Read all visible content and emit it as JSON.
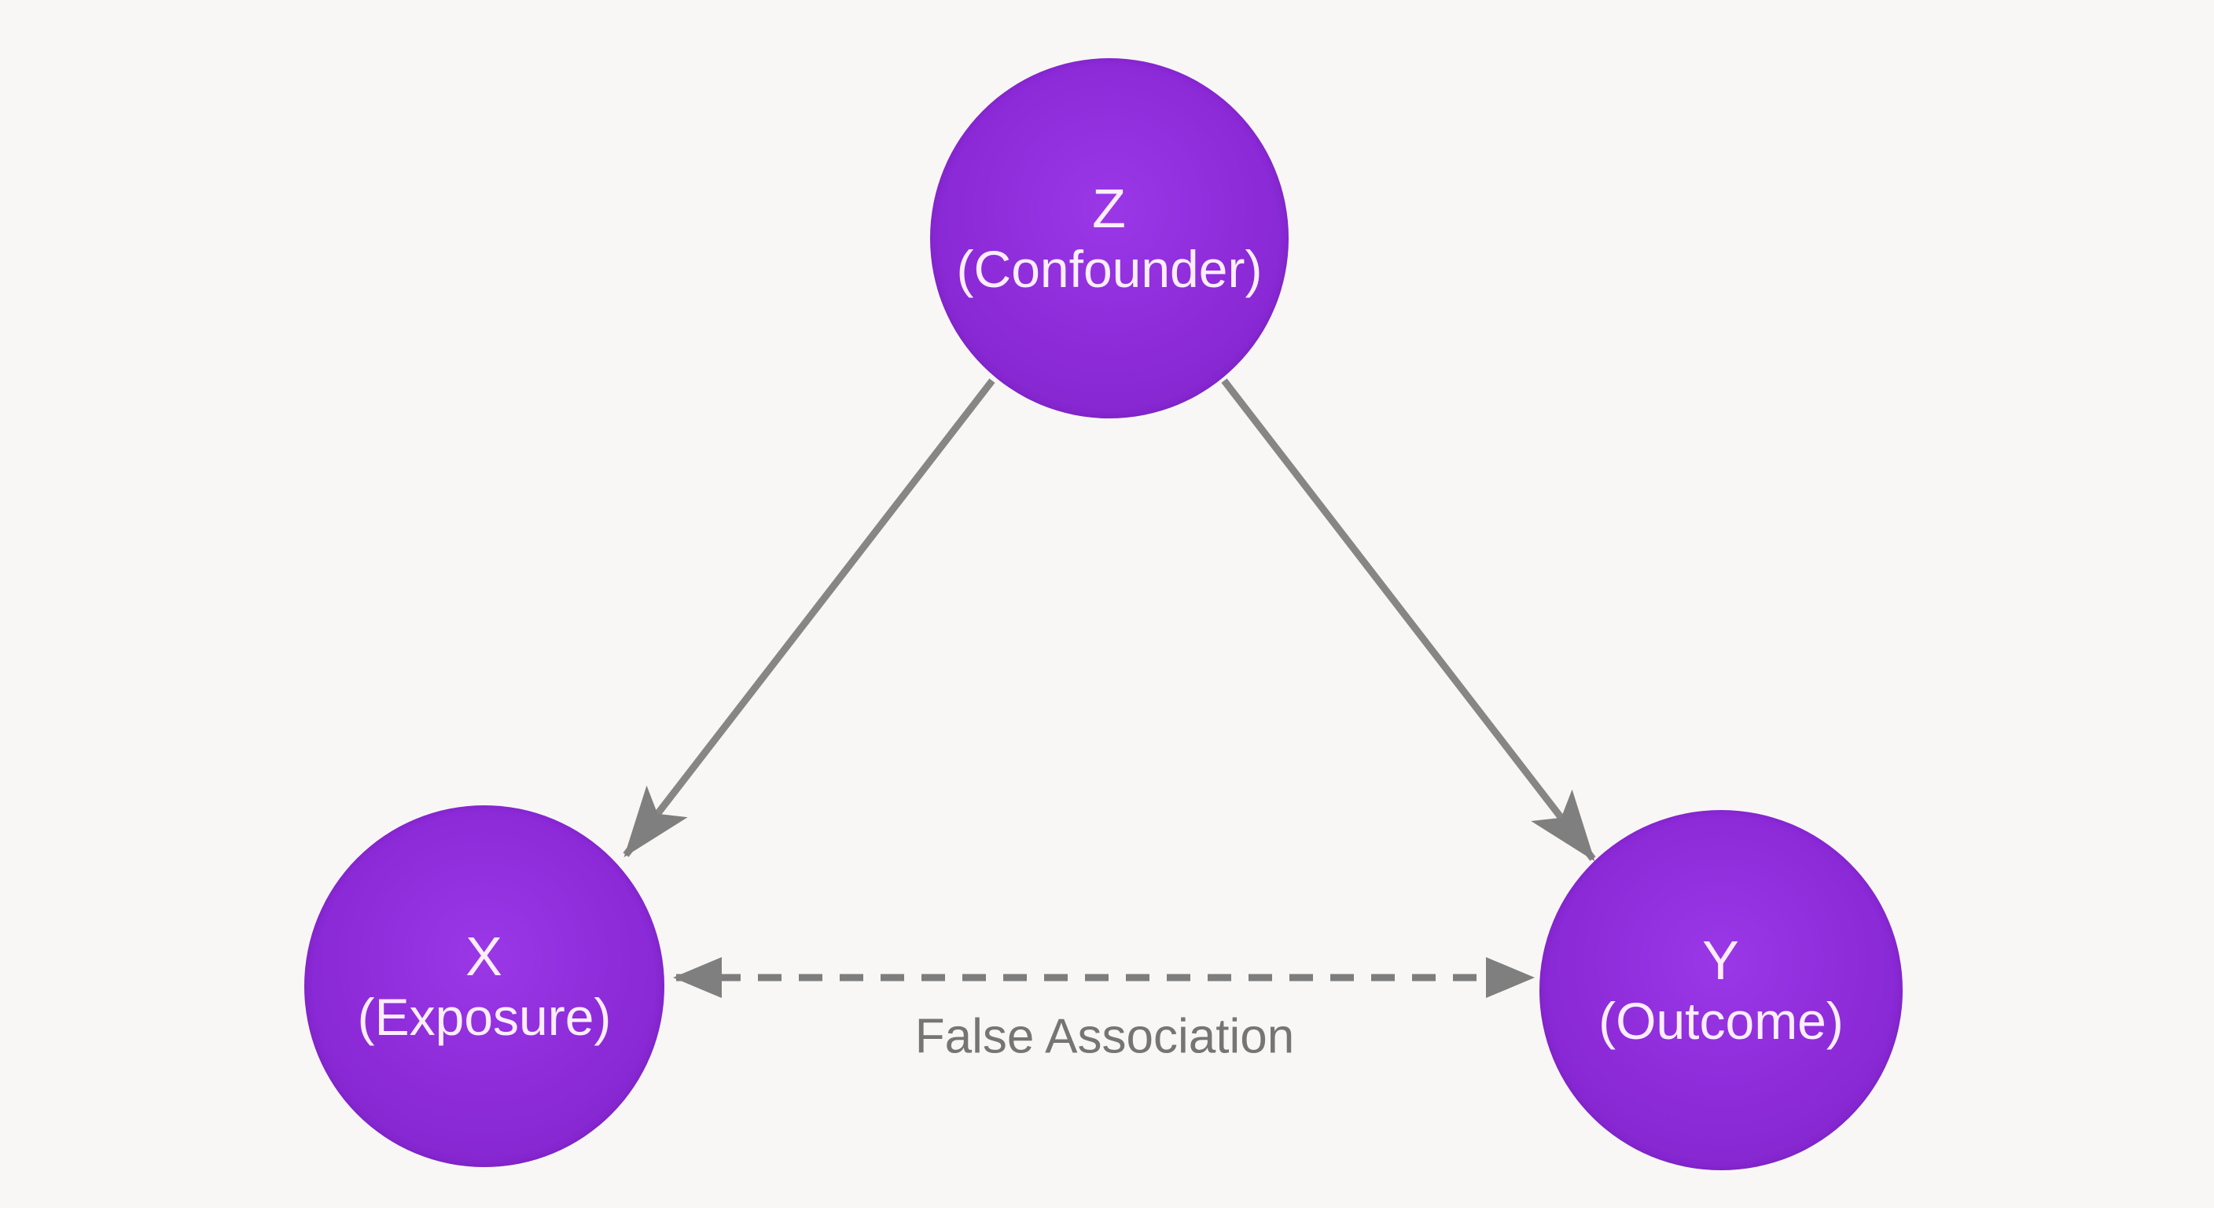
{
  "page": {
    "background_color": "#f8f7f5"
  },
  "diagram": {
    "type": "causal-dag-confounding",
    "nodes": [
      {
        "id": "Z",
        "symbol": "Z",
        "role": "(Confounder)"
      },
      {
        "id": "X",
        "symbol": "X",
        "role": "(Exposure)"
      },
      {
        "id": "Y",
        "symbol": "Y",
        "role": "(Outcome)"
      }
    ],
    "edges": [
      {
        "from": "Z",
        "to": "X",
        "style": "solid",
        "bidirectional": false,
        "label": ""
      },
      {
        "from": "Z",
        "to": "Y",
        "style": "solid",
        "bidirectional": false,
        "label": ""
      },
      {
        "from": "X",
        "to": "Y",
        "style": "dashed",
        "bidirectional": true,
        "label": "False Association"
      }
    ],
    "colors": {
      "node_fill": "#8b2ad8",
      "node_text": "#fdeeff",
      "solid_arrow": "#868686",
      "dashed_arrow": "#7d7d7d",
      "edge_label": "#757575",
      "background": "#f8f7f5"
    }
  }
}
